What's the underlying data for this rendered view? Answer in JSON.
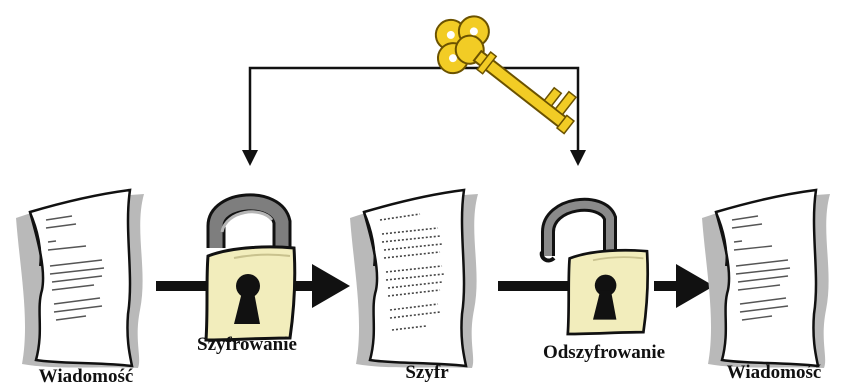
{
  "labels": {
    "message_in": "Wiadomość",
    "encrypt": "Szyfrowanie",
    "cipher": "Szyfr",
    "decrypt": "Odszyfrowanie",
    "message_out": "Wiadomość"
  },
  "colors": {
    "key": "#f2cc25",
    "key_outline": "#6b5200",
    "lock_body": "#f2edbc",
    "shackle": "#7e7e7e",
    "doc_shadow": "#b9b9b9",
    "arrow": "#111111"
  },
  "icons": {
    "key": "key-icon",
    "lock_closed": "lock-closed-icon",
    "lock_open": "lock-open-icon",
    "document": "document-icon"
  }
}
